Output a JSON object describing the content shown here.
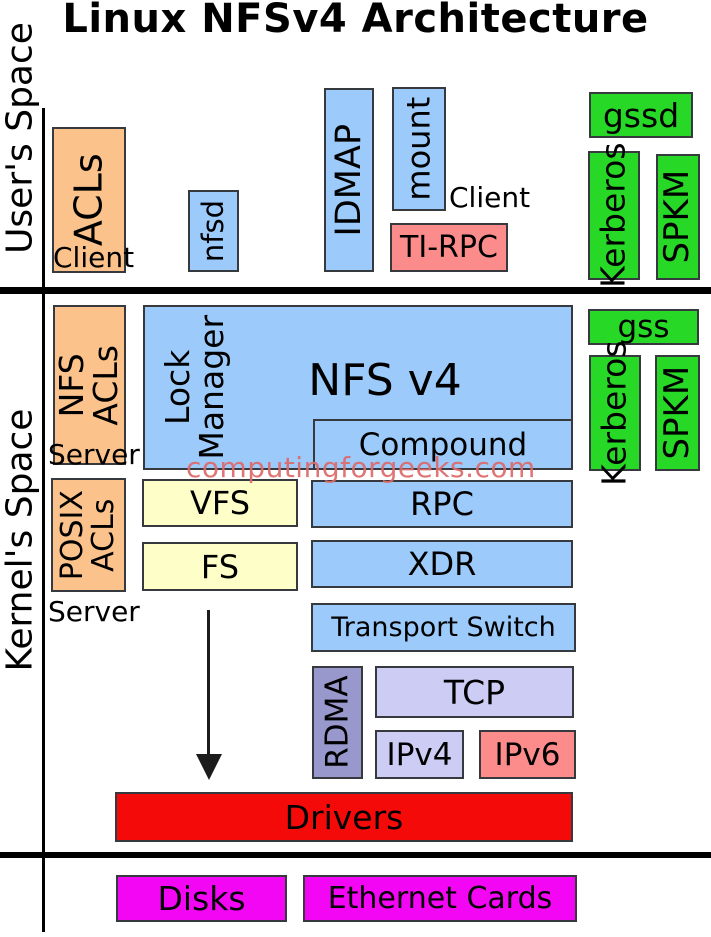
{
  "title": "Linux NFSv4 Architecture",
  "watermark": "computingforgeeks.com",
  "space_labels": {
    "user": "User's Space",
    "kernel": "Kernel's Space"
  },
  "annotations": {
    "client_acls": "Client",
    "client_mount": "Client",
    "server_nfs_acls": "Server",
    "server_posix_acls": "Server"
  },
  "boxes": {
    "acls": "ACLs",
    "nfsd": "nfsd",
    "idmap": "IDMAP",
    "mount": "mount",
    "ti_rpc": "TI-RPC",
    "gssd": "gssd",
    "kerberos_user": "Kerberos",
    "spkm_user": "SPKM",
    "nfs_acls": "NFS\nACLs",
    "nfs_v4": "NFS v4",
    "lock_manager": "Lock\nManager",
    "compound": "Compound",
    "gss": "gss",
    "kerberos_kernel": "Kerberos",
    "spkm_kernel": "SPKM",
    "posix_acls": "POSIX\nACLs",
    "vfs": "VFS",
    "fs": "FS",
    "rpc": "RPC",
    "xdr": "XDR",
    "transport_switch": "Transport Switch",
    "rdma": "RDMA",
    "tcp": "TCP",
    "ipv4": "IPv4",
    "ipv6": "IPv6",
    "drivers": "Drivers",
    "disks": "Disks",
    "ethernet_cards": "Ethernet Cards"
  },
  "colors": {
    "orange": "#FBC38B",
    "blue": "#9CCBFB",
    "salmon": "#FC8B8B",
    "green": "#27D827",
    "yellow": "#FEFEC8",
    "slate": "#9898CC",
    "lavender": "#CDCCF4",
    "red": "#F50A0A",
    "magenta": "#F306F3",
    "watermark": "#DD6A6A"
  }
}
